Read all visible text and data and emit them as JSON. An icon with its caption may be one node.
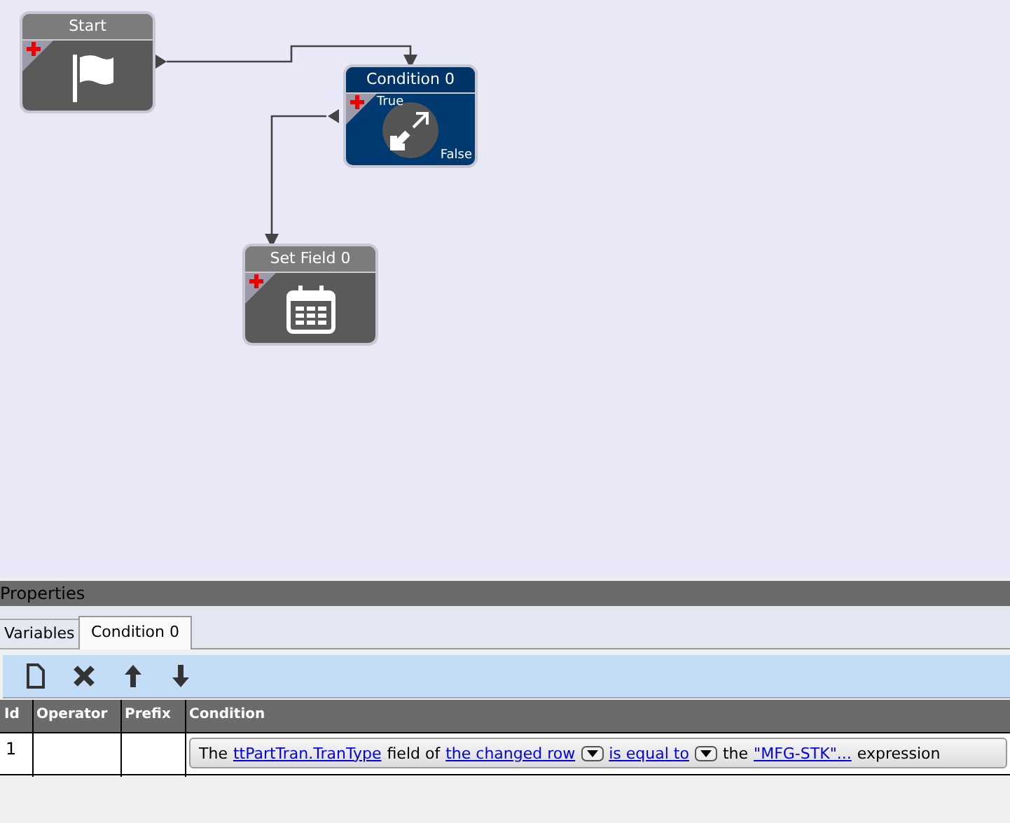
{
  "diagram": {
    "nodes": [
      {
        "text": [
          "Start"
        ]
      },
      {
        "text": [
          "Condition 0",
          "True",
          "False"
        ]
      },
      {
        "text": [
          "Set Field 0"
        ]
      }
    ],
    "edges": [
      {
        "from": 0,
        "to": 1,
        "arrow": "to"
      },
      {
        "from": 1,
        "to": 2,
        "arrow": "to"
      }
    ],
    "labels": [
      "Properties",
      "Variables",
      "Condition 0",
      "Id",
      "Operator",
      "Prefix",
      "Condition",
      "1",
      "The",
      "ttPartTran.TranType",
      "field of",
      "the changed row",
      "is equal to",
      "the",
      "\"MFG-STK\"...",
      "expression"
    ]
  }
}
